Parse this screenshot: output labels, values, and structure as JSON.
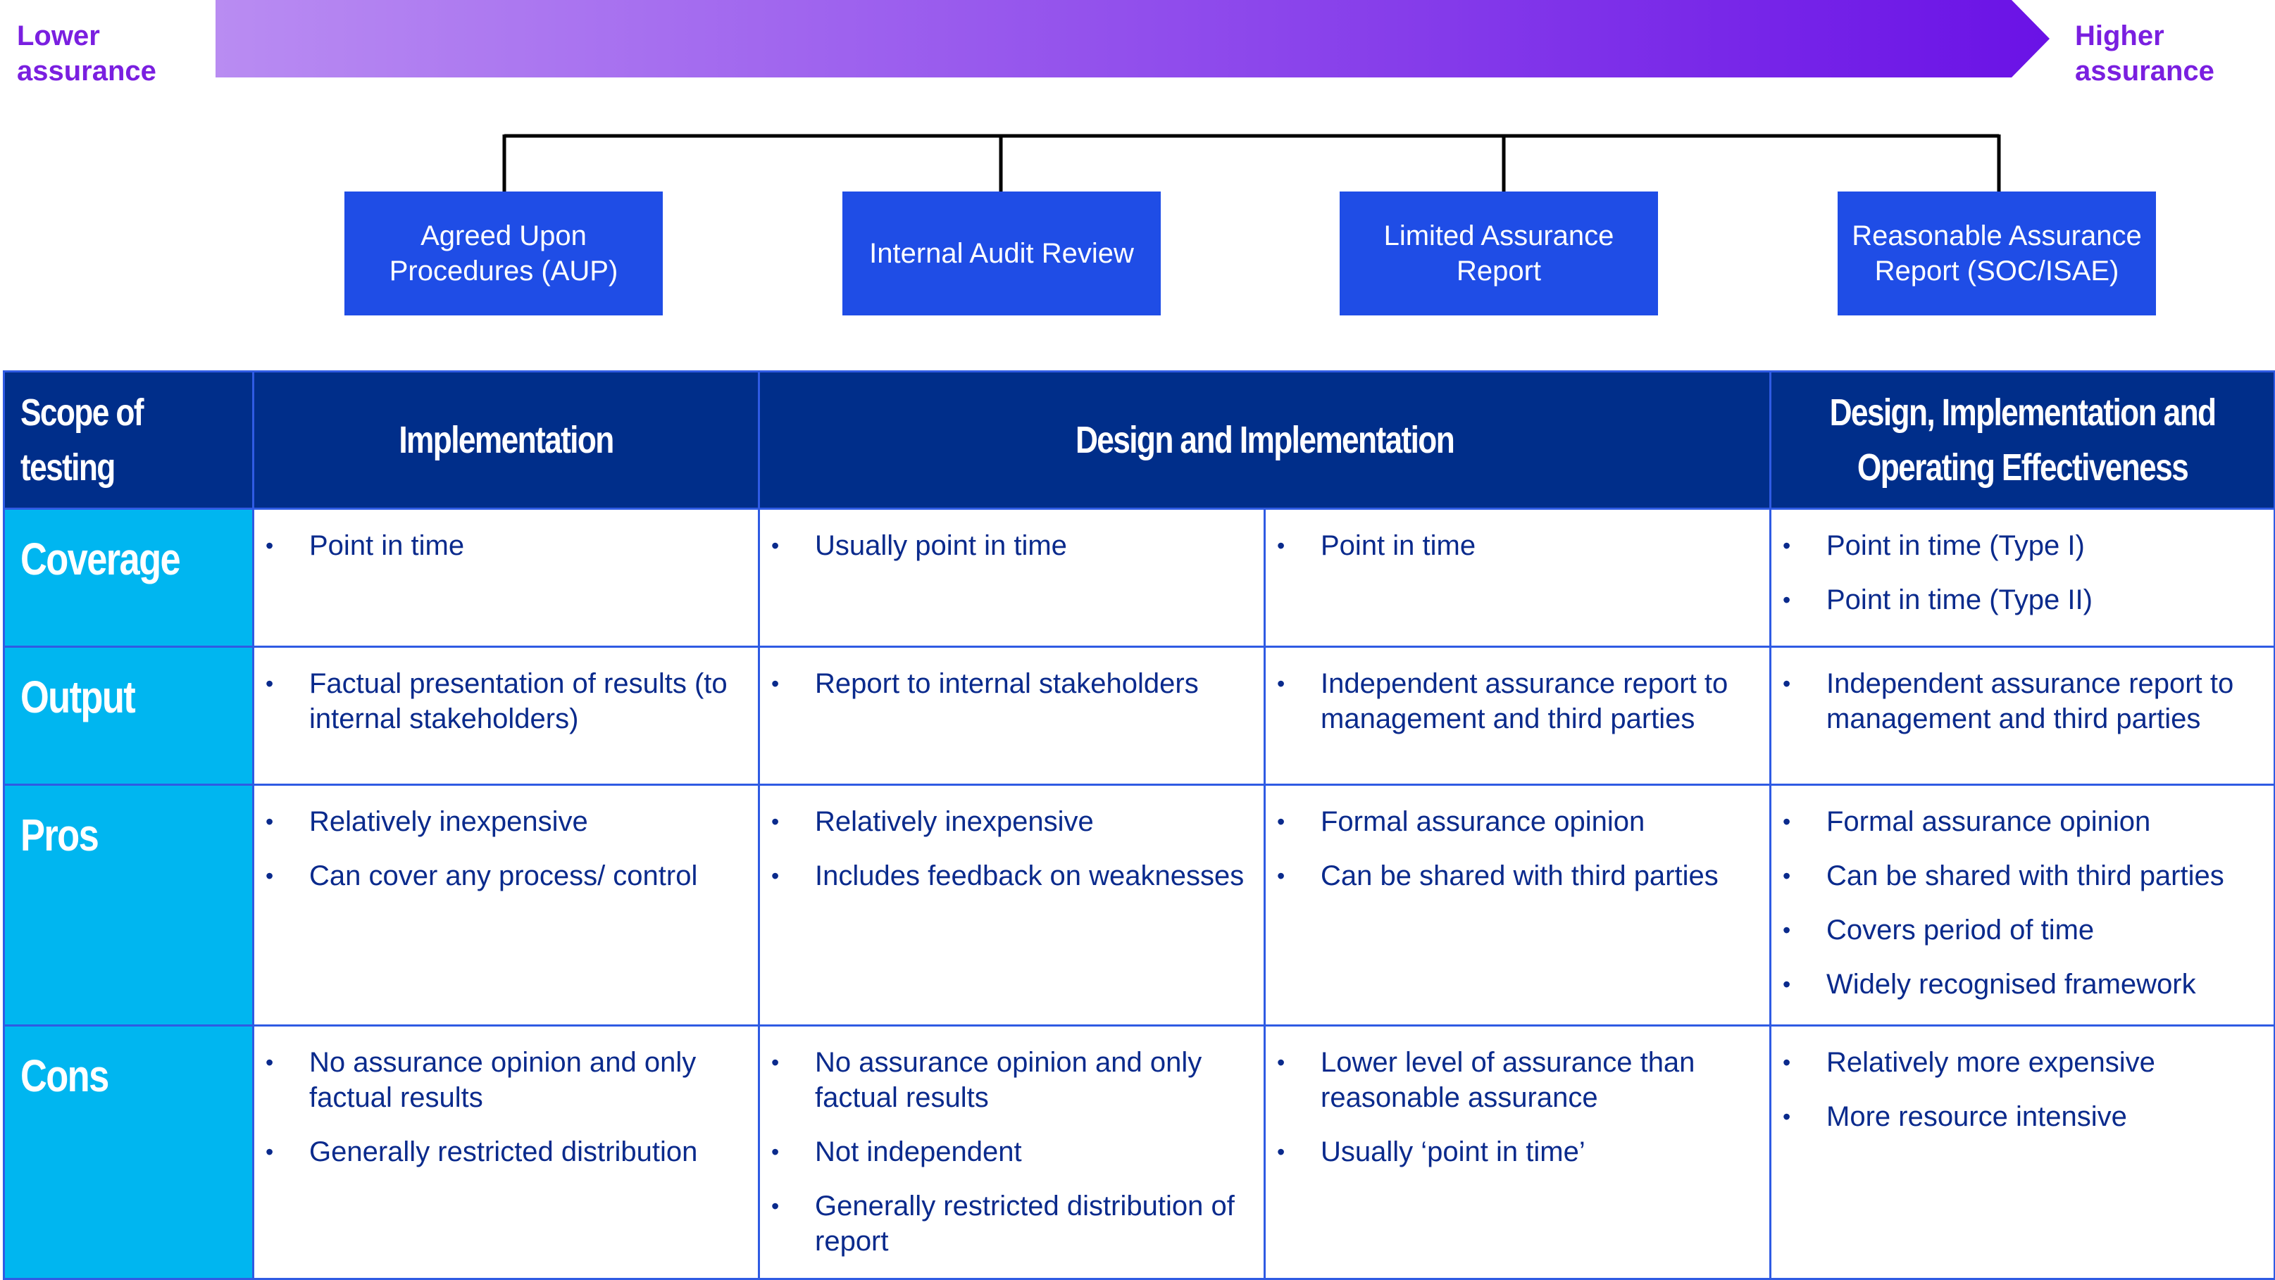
{
  "scale": {
    "lower_line1": "Lower",
    "lower_line2": "assurance",
    "higher_line1": "Higher",
    "higher_line2": "assurance"
  },
  "boxes": [
    "Agreed Upon Procedures (AUP)",
    "Internal Audit Review",
    "Limited Assurance Report",
    "Reasonable Assurance Report (SOC/ISAE)"
  ],
  "table": {
    "headers": [
      "Scope of testing",
      "Implementation",
      "Design and Implementation",
      "Design, Implementation and Operating Effectiveness"
    ],
    "rows": [
      {
        "label": "Coverage",
        "cells": [
          [
            "Point in time"
          ],
          [
            "Usually point in time"
          ],
          [
            "Point in time"
          ],
          [
            "Point in time (Type I)",
            "Point in time (Type II)"
          ]
        ]
      },
      {
        "label": "Output",
        "cells": [
          [
            "Factual presentation of results (to internal stakeholders)"
          ],
          [
            "Report to internal stakeholders"
          ],
          [
            "Independent assurance report to management and third parties"
          ],
          [
            "Independent assurance report to management and third parties"
          ]
        ]
      },
      {
        "label": "Pros",
        "cells": [
          [
            "Relatively inexpensive",
            "Can cover any process/ control"
          ],
          [
            "Relatively inexpensive",
            "Includes feedback on weaknesses"
          ],
          [
            "Formal assurance opinion",
            "Can be shared with third parties"
          ],
          [
            "Formal assurance opinion",
            "Can be shared with third parties",
            "Covers period of time",
            "Widely recognised framework"
          ]
        ]
      },
      {
        "label": "Cons",
        "cells": [
          [
            "No assurance opinion and only factual results",
            "Generally restricted distribution"
          ],
          [
            "No assurance opinion and only factual results",
            "Not independent",
            "Generally restricted distribution of report"
          ],
          [
            "Lower level of assurance than reasonable assurance",
            "Usually ‘point in time’"
          ],
          [
            "Relatively more expensive",
            "More resource intensive"
          ]
        ]
      }
    ]
  },
  "colors": {
    "arrow_start": "#b98cf2",
    "arrow_end": "#6a12e6",
    "box_fill": "#1f4de6",
    "header_fill": "#002e8a",
    "row_label_fill": "#00b6f0",
    "text_blue": "#0a2a8c",
    "label_purple": "#7a1fe0"
  }
}
